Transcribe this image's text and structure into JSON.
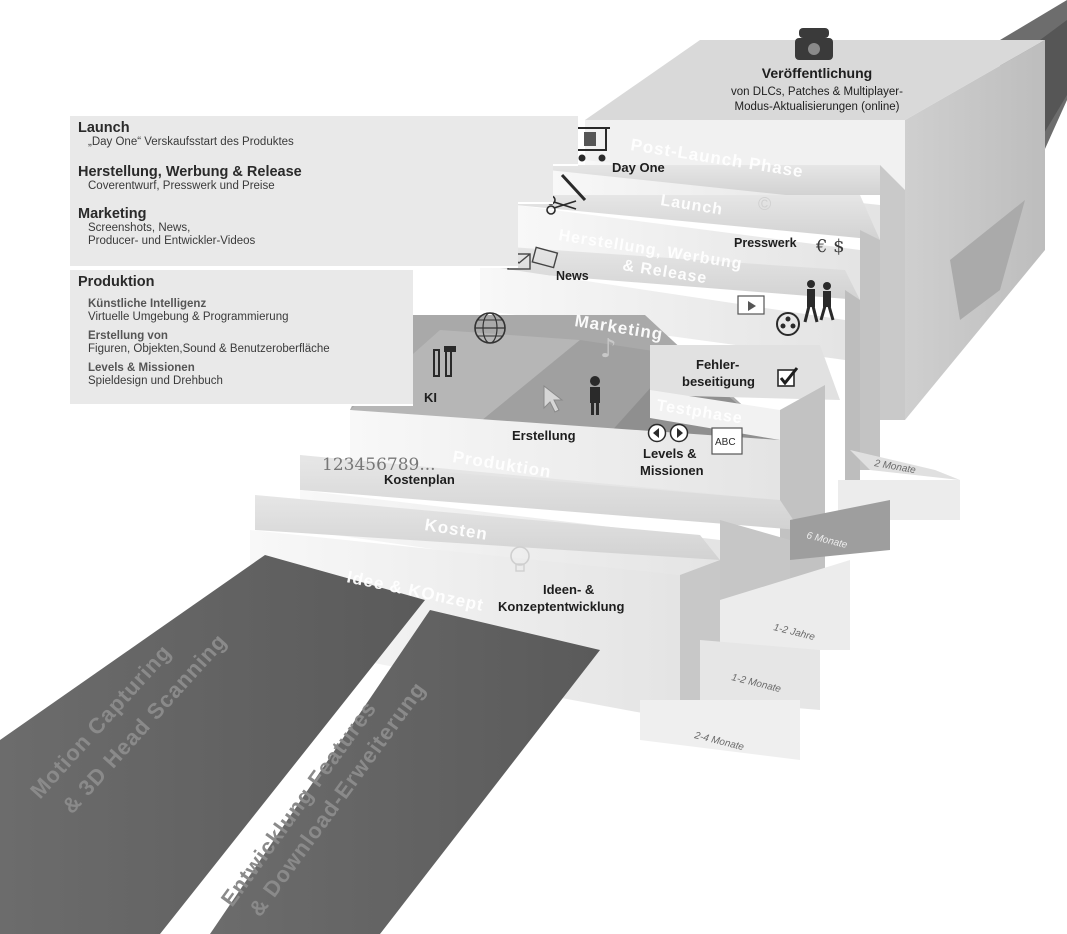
{
  "legend": {
    "launch": {
      "title": "Launch",
      "desc": "„Day One“ Verskaufsstart des Produktes"
    },
    "herstellung": {
      "title": "Herstellung, Werbung & Release",
      "desc": "Coverentwurf, Presswerk und Preise"
    },
    "marketing": {
      "title": "Marketing",
      "desc1": "Screenshots, News,",
      "desc2": "Producer- und Entwickler-Videos"
    },
    "produktion": {
      "title": "Produktion",
      "ki_title": "Künstliche Intelligenz",
      "ki_desc": "Virtuelle Umgebung & Programmierung",
      "erst_title": "Erstellung von",
      "erst_desc": "Figuren, Objekten,Sound & Benutzeroberfläche",
      "lev_title": "Levels & Missionen",
      "lev_desc": "Spieldesign und Drehbuch"
    }
  },
  "top": {
    "title": "Veröffentlichung",
    "line1": "von DLCs, Patches & Multiplayer-",
    "line2": "Modus-Aktualisierungen (online)"
  },
  "steps": {
    "post_launch": "Post-Launch Phase",
    "launch": "Launch",
    "herstellung1": "Herstellung, Werbung",
    "herstellung2": "& Release",
    "marketing": "Marketing",
    "testphase": "Testphase",
    "produktion": "Produktion",
    "kosten": "Kosten",
    "idee": "Idee & KOnzept"
  },
  "labels": {
    "day_one": "Day One",
    "presswerk": "Presswerk",
    "news": "News",
    "fehler1": "Fehler-",
    "fehler2": "beseitigung",
    "ki": "KI",
    "erstellung": "Erstellung",
    "levels1": "Levels &",
    "levels2": "Missionen",
    "abc": "ABC",
    "kostenplan": "Kostenplan",
    "numbers": "123456789...",
    "ideen1": "Ideen- &",
    "ideen2": "Konzeptentwicklung",
    "copyright": "©",
    "currency": "€ $"
  },
  "durations": {
    "d1": "2 Monate",
    "d2": "6 Monate",
    "d3": "1-2 Jahre",
    "d4": "1-2 Monate",
    "d5": "2-4 Monate"
  },
  "belts": {
    "left1": "Motion Capturing",
    "left2": "& 3D Head Scanning",
    "right1": "Entwicklung Features",
    "right2": "& Download-Erweiterung"
  },
  "icons": [
    "telephone-icon",
    "shopping-cart-icon",
    "pen-icon",
    "scissors-icon",
    "envelope-icon",
    "globe-icon",
    "tools-icon",
    "music-note-icon",
    "cursor-icon",
    "person-icon",
    "arrow-buttons-icon",
    "checkbox-icon",
    "film-reel-icon",
    "walking-people-icon",
    "lightbulb-icon",
    "arrow-icon"
  ]
}
